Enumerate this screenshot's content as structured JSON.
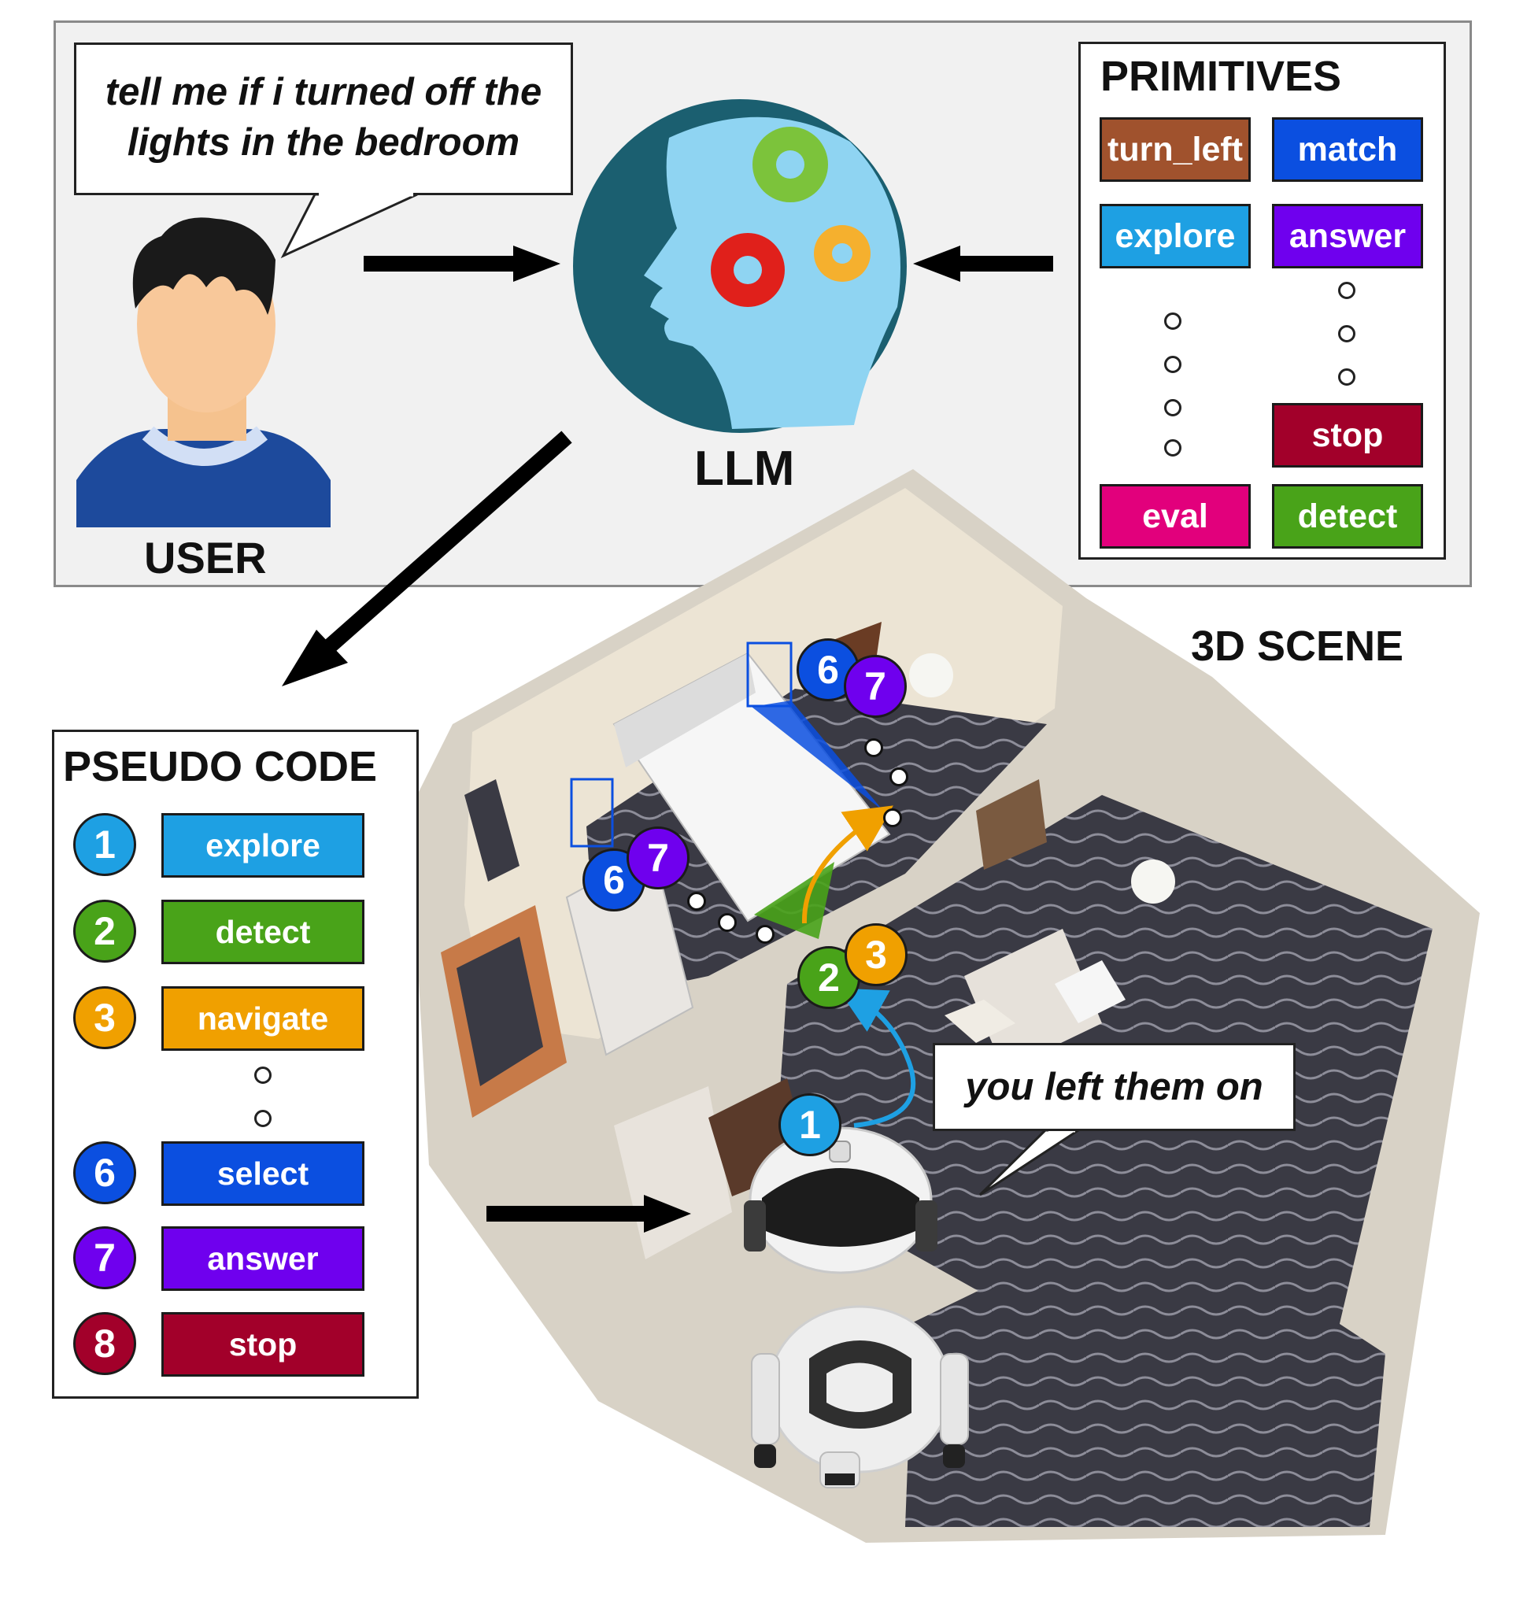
{
  "user_query": "tell me if i turned off the lights in the bedroom",
  "user_label": "USER",
  "llm_label": "LLM",
  "scene_label": "3D SCENE",
  "robot_reply": "you left them on",
  "primitives": {
    "title": "PRIMITIVES",
    "items": [
      {
        "label": "turn_left",
        "color": "#a0522d"
      },
      {
        "label": "match",
        "color": "#0b4fe0"
      },
      {
        "label": "explore",
        "color": "#1ea0e3"
      },
      {
        "label": "answer",
        "color": "#6f00ee"
      },
      {
        "label": "stop",
        "color": "#a2002a"
      },
      {
        "label": "eval",
        "color": "#e2007c"
      },
      {
        "label": "detect",
        "color": "#49a319"
      }
    ]
  },
  "pseudo_code": {
    "title": "PSEUDO CODE",
    "steps": [
      {
        "num": "1",
        "label": "explore",
        "color": "#1ea0e3"
      },
      {
        "num": "2",
        "label": "detect",
        "color": "#49a319"
      },
      {
        "num": "3",
        "label": "navigate",
        "color": "#f0a000"
      },
      {
        "num": "6",
        "label": "select",
        "color": "#0b4fe0"
      },
      {
        "num": "7",
        "label": "answer",
        "color": "#6f00ee"
      },
      {
        "num": "8",
        "label": "stop",
        "color": "#a2002a"
      }
    ]
  },
  "scene_markers": [
    "6",
    "7",
    "6",
    "7",
    "2",
    "3",
    "1"
  ]
}
